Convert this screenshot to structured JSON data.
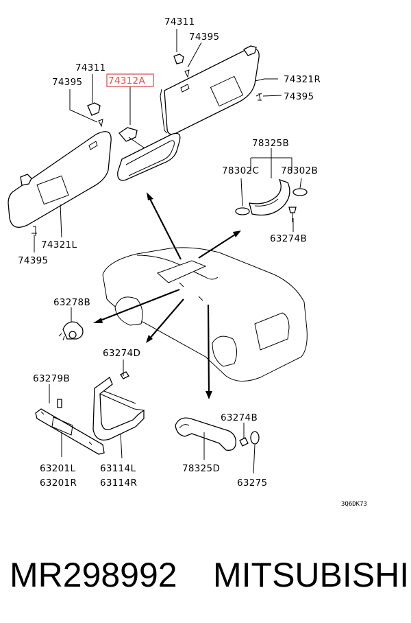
{
  "labels": {
    "l_74311_top": "74311",
    "l_74395_top": "74395",
    "l_74321R": "74321R",
    "l_74395_right": "74395",
    "l_74311_left": "74311",
    "l_74395_left": "74395",
    "l_74312A": "74312A",
    "l_74321L": "74321L",
    "l_74395_bottom": "74395",
    "l_78325B": "78325B",
    "l_78302C": "78302C",
    "l_78302B": "78302B",
    "l_63274B_top": "63274B",
    "l_63278B": "63278B",
    "l_63274D": "63274D",
    "l_63279B": "63279B",
    "l_63201L": "63201L",
    "l_63201R": "63201R",
    "l_63114L": "63114L",
    "l_63114R": "63114R",
    "l_63274B_bottom": "63274B",
    "l_78325D": "78325D",
    "l_63275": "63275",
    "l_code": "3Q6DK73"
  },
  "highlight_color": "#e05050",
  "footer": {
    "part_number": "MR298992",
    "brand": "MITSUBISHI"
  }
}
